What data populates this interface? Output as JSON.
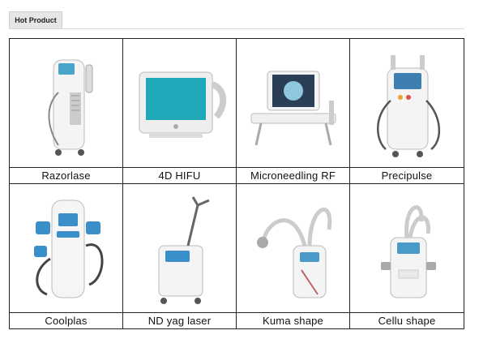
{
  "tab_label": "Hot Product",
  "products": [
    {
      "name": "Razorlase",
      "icon": "laser-device-icon"
    },
    {
      "name": "4D HIFU",
      "icon": "hifu-device-icon"
    },
    {
      "name": "Microneedling RF",
      "icon": "rf-device-icon"
    },
    {
      "name": "Precipulse",
      "icon": "ipl-device-icon"
    },
    {
      "name": "Coolplas",
      "icon": "cryo-device-icon"
    },
    {
      "name": "ND yag laser",
      "icon": "yag-device-icon"
    },
    {
      "name": "Kuma shape",
      "icon": "kuma-device-icon"
    },
    {
      "name": "Cellu shape",
      "icon": "cellu-device-icon"
    }
  ]
}
